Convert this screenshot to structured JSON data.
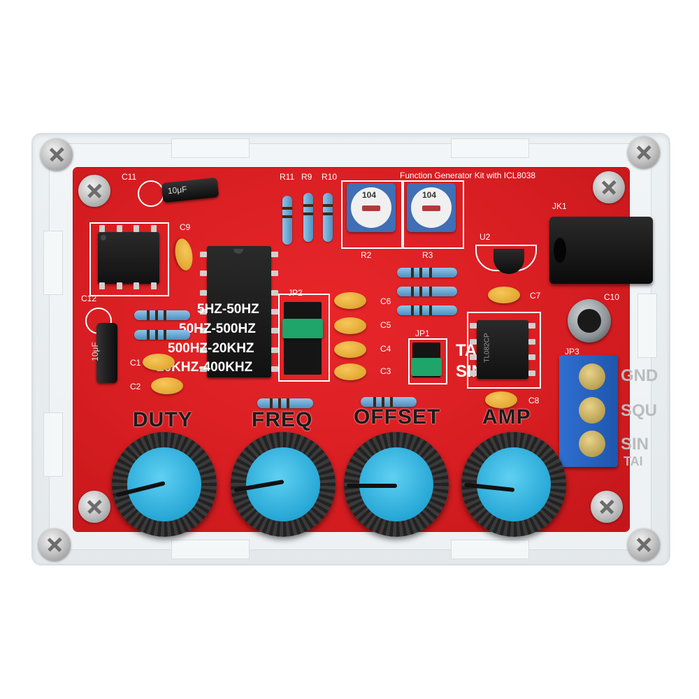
{
  "board": {
    "title": "Function Generator Kit with ICL8038",
    "refs": {
      "c11": "C11",
      "c9": "C9",
      "c12": "C12",
      "c1": "C1",
      "c2": "C2",
      "c3": "C3",
      "c4": "C4",
      "c5": "C5",
      "c6": "C6",
      "c7": "C7",
      "c8": "C8",
      "c10": "C10",
      "r11": "R11",
      "r9": "R9",
      "r10": "R10",
      "r2": "R2",
      "r3": "R3",
      "u2": "U2",
      "jk1": "JK1",
      "jp1": "JP1",
      "jp2": "JP2",
      "jp3": "JP3"
    },
    "ranges": [
      "5HZ-50HZ",
      "50HZ-500HZ",
      "500HZ-20KHZ",
      "20KHZ-400KHZ"
    ],
    "waveform_select": {
      "top": "TAI",
      "bottom": "SIN"
    },
    "trimmer_value": "104",
    "cap_marking": "10μF",
    "ic_marking": "TL082CP"
  },
  "knobs": [
    {
      "label": "DUTY"
    },
    {
      "label": "FREQ"
    },
    {
      "label": "OFFSET"
    },
    {
      "label": "AMP"
    }
  ],
  "terminals": [
    "GND",
    "SQU",
    "SIN",
    "TAI"
  ],
  "colors": {
    "pcb": "#d81e22",
    "knob_cap": "#27a7d6",
    "terminal_block": "#2f6fd1",
    "jumper_green": "#1fa56a"
  }
}
